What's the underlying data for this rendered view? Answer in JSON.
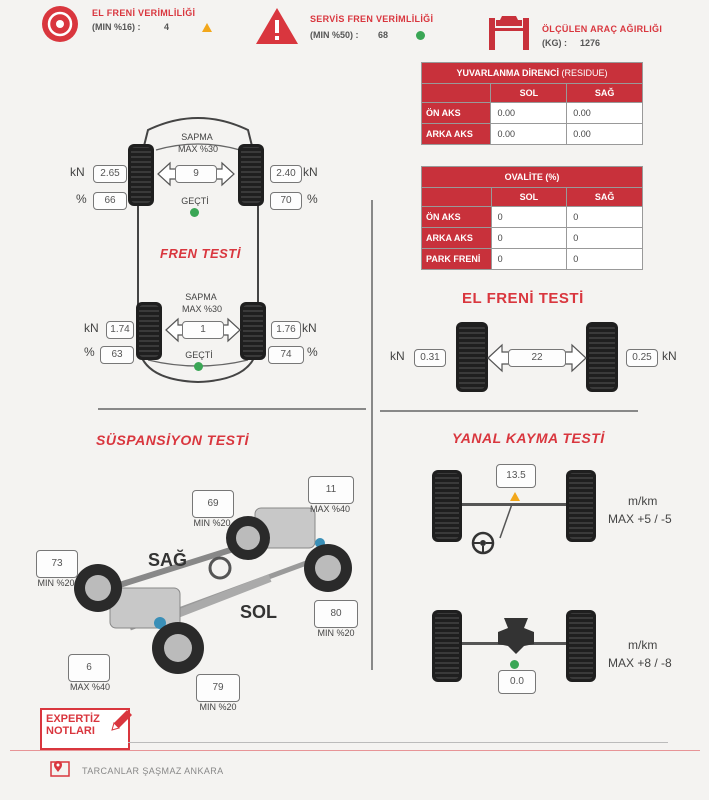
{
  "header": {
    "hand_brake": {
      "title": "EL FRENİ VERİMLİLİĞİ",
      "sub": "(MIN %16) :",
      "value": "4"
    },
    "service_brake": {
      "title": "SERVİS FREN VERİMLİLİĞİ",
      "sub": "(MIN %50) :",
      "value": "68"
    },
    "weight": {
      "title": "ÖLÇÜLEN ARAÇ AĞIRLIĞI",
      "sub": "(KG) :",
      "value": "1276"
    }
  },
  "rolling_resistance": {
    "title": "YUVARLANMA DİRENCİ",
    "title_suffix": "(RESIDUE)",
    "cols": [
      "SOL",
      "SAĞ"
    ],
    "rows": [
      {
        "label": "ÖN AKS",
        "values": [
          "0.00",
          "0.00"
        ]
      },
      {
        "label": "ARKA AKS",
        "values": [
          "0.00",
          "0.00"
        ]
      }
    ]
  },
  "ovality": {
    "title": "OVALİTE (%)",
    "cols": [
      "SOL",
      "SAĞ"
    ],
    "rows": [
      {
        "label": "ÖN AKS",
        "values": [
          "0",
          "0"
        ]
      },
      {
        "label": "ARKA AKS",
        "values": [
          "0",
          "0"
        ]
      },
      {
        "label": "PARK FRENİ",
        "values": [
          "0",
          "0"
        ]
      }
    ]
  },
  "brake_test": {
    "title": "FREN TESTİ",
    "unit_kn": "kN",
    "unit_pct": "%",
    "front": {
      "sapma": "SAPMA",
      "max": "MAX %30",
      "deviation": "9",
      "left_kn": "2.65",
      "left_pct": "66",
      "right_kn": "2.40",
      "right_pct": "70",
      "status": "GEÇTİ"
    },
    "rear": {
      "sapma": "SAPMA",
      "max": "MAX %30",
      "deviation": "1",
      "left_kn": "1.74",
      "left_pct": "63",
      "right_kn": "1.76",
      "right_pct": "74",
      "status": "GEÇTİ"
    }
  },
  "hand_brake_test": {
    "title": "EL FRENİ TESTİ",
    "unit_kn": "kN",
    "left_kn": "0.31",
    "diff": "22",
    "right_kn": "0.25"
  },
  "suspension_test": {
    "title": "SÜSPANSİYON TESTİ",
    "sag": "SAĞ",
    "sol": "SOL",
    "values": [
      {
        "value": "69",
        "label": "MIN %20"
      },
      {
        "value": "11",
        "label": "MAX %40"
      },
      {
        "value": "73",
        "label": "MIN %20"
      },
      {
        "value": "80",
        "label": "MIN %20"
      },
      {
        "value": "6",
        "label": "MAX %40"
      },
      {
        "value": "79",
        "label": "MIN %20"
      }
    ]
  },
  "side_slip_test": {
    "title": "YANAL KAYMA TESTİ",
    "front": {
      "value": "13.5",
      "unit": "m/km",
      "limit": "MAX +5 / -5"
    },
    "rear": {
      "value": "0.0",
      "unit": "m/km",
      "limit": "MAX +8 / -8"
    }
  },
  "notes": {
    "label_line1": "EXPERTİZ",
    "label_line2": "NOTLARI"
  },
  "footer": {
    "address": "TARCANLAR ŞAŞMAZ ANKARA"
  }
}
